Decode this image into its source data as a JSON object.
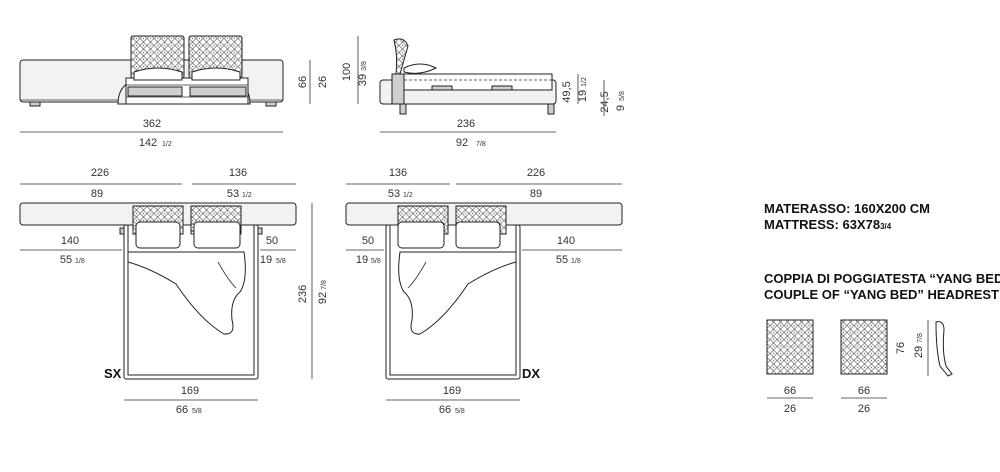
{
  "dimensions": {
    "front_width_cm": "362",
    "front_width_in": "142",
    "front_width_in_frac": "1/2",
    "front_h1_cm": "66",
    "front_h2_cm": "26",
    "side_h_cm": "100",
    "side_h_in": "39",
    "side_h_in_frac": "3/8",
    "side_mat_cm": "49,5",
    "side_mat_in": "19",
    "side_mat_in_frac": "1/2",
    "side_base_cm": "24,5",
    "side_base_in": "9",
    "side_base_in_frac": "5/8",
    "side_depth_cm": "236",
    "side_depth_in": "92",
    "side_depth_in_frac": "7/8",
    "sx_top_left_cm": "226",
    "sx_top_left_in": "89",
    "sx_top_right_cm": "136",
    "sx_top_right_in": "53",
    "sx_top_right_in_frac": "1/2",
    "sx_side_left_cm": "140",
    "sx_side_left_in": "55",
    "sx_side_left_in_frac": "1/8",
    "sx_side_right_cm": "50",
    "sx_side_right_in": "19",
    "sx_side_right_in_frac": "5/8",
    "plan_depth_cm": "236",
    "plan_depth_in": "92",
    "plan_depth_in_frac": "7/8",
    "sx_bottom_cm": "169",
    "sx_bottom_in": "66",
    "sx_bottom_in_frac": "5/8",
    "dx_top_left_cm": "136",
    "dx_top_left_in": "53",
    "dx_top_left_in_frac": "1/2",
    "dx_top_right_cm": "226",
    "dx_top_right_in": "89",
    "dx_side_left_cm": "50",
    "dx_side_left_in": "19",
    "dx_side_left_in_frac": "5/8",
    "dx_side_right_cm": "140",
    "dx_side_right_in": "55",
    "dx_side_right_in_frac": "1/8",
    "dx_bottom_cm": "169",
    "dx_bottom_in": "66",
    "dx_bottom_in_frac": "5/8",
    "hr_w1_cm": "66",
    "hr_w1_in": "26",
    "hr_w2_cm": "66",
    "hr_w2_in": "26",
    "hr_h_cm": "76",
    "hr_h_in": "29",
    "hr_h_in_frac": "7/8"
  },
  "labels": {
    "sx": "SX",
    "dx": "DX",
    "mattress_it": "MATERASSO: 160X200 CM",
    "mattress_en_main": "MATTRESS: 63X78",
    "mattress_en_frac": "3/4",
    "headrest_it": "COPPIA DI POGGIATESTA “YANG BED”",
    "headrest_en": "COUPLE OF “YANG BED” HEADREST"
  }
}
